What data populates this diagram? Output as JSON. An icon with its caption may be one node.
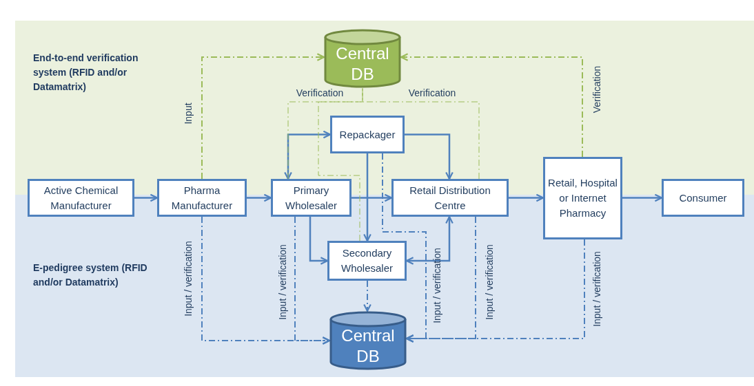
{
  "diagram": {
    "nodes": [
      {
        "text": [
          "Active Chemical Manufacturer"
        ]
      },
      {
        "text": [
          "Pharma Manufacturer"
        ]
      },
      {
        "text": [
          "Primary Wholesaler"
        ]
      },
      {
        "text": [
          "Repackager"
        ]
      },
      {
        "text": [
          "Retail Distribution Centre"
        ]
      },
      {
        "text": [
          "Secondary Wholesaler"
        ]
      },
      {
        "text": [
          "Retail, Hospital or Internet Pharmacy"
        ]
      },
      {
        "text": [
          "Consumer"
        ]
      },
      {
        "text": [
          "Central DB"
        ]
      },
      {
        "text": [
          "Central DB"
        ]
      }
    ],
    "edges": [
      {
        "from": 0,
        "to": 1,
        "arrow": "to"
      },
      {
        "from": 1,
        "to": 2,
        "arrow": "to"
      },
      {
        "from": 2,
        "to": 4,
        "arrow": "to"
      },
      {
        "from": 4,
        "to": 6,
        "arrow": "to"
      },
      {
        "from": 6,
        "to": 7,
        "arrow": "to"
      },
      {
        "from": 2,
        "to": 3,
        "arrow": "both"
      },
      {
        "from": 3,
        "to": 4,
        "arrow": "to"
      },
      {
        "from": 3,
        "to": 5,
        "arrow": "to"
      },
      {
        "from": 2,
        "to": 5,
        "arrow": "to"
      },
      {
        "from": 4,
        "to": 5,
        "arrow": "both"
      },
      {
        "from": 1,
        "to": 8,
        "arrow": "to",
        "label": "Input",
        "style": "dashed",
        "color": "#9bbb59"
      },
      {
        "from": 6,
        "to": 8,
        "arrow": "to",
        "label": "Verification",
        "style": "dashed",
        "color": "#9bbb59"
      },
      {
        "from": 2,
        "to": 8,
        "arrow": "none",
        "label": "Verification",
        "style": "dashed",
        "color": "#9bbb59"
      },
      {
        "from": 5,
        "to": 8,
        "arrow": "none",
        "style": "dashed",
        "color": "#9bbb59"
      },
      {
        "from": 4,
        "to": 8,
        "arrow": "none",
        "label": "Verification",
        "style": "dashed",
        "color": "#9bbb59"
      },
      {
        "from": 1,
        "to": 9,
        "arrow": "to",
        "label": "Input / verification",
        "style": "dashed"
      },
      {
        "from": 2,
        "to": 9,
        "arrow": "to",
        "label": "Input / verification",
        "style": "dashed"
      },
      {
        "from": 5,
        "to": 9,
        "arrow": "to",
        "style": "dashed"
      },
      {
        "from": 3,
        "to": 9,
        "arrow": "to",
        "label": "Input / verification",
        "style": "dashed"
      },
      {
        "from": 4,
        "to": 9,
        "arrow": "to",
        "label": "Input / verification",
        "style": "dashed"
      },
      {
        "from": 6,
        "to": 9,
        "arrow": "to",
        "label": "Input / verification",
        "style": "dashed"
      }
    ],
    "labels": [
      "End-to-end verification system (RFID and/or Datamatrix)",
      "E-pedigree system (RFID and/or Datamatrix)"
    ]
  }
}
